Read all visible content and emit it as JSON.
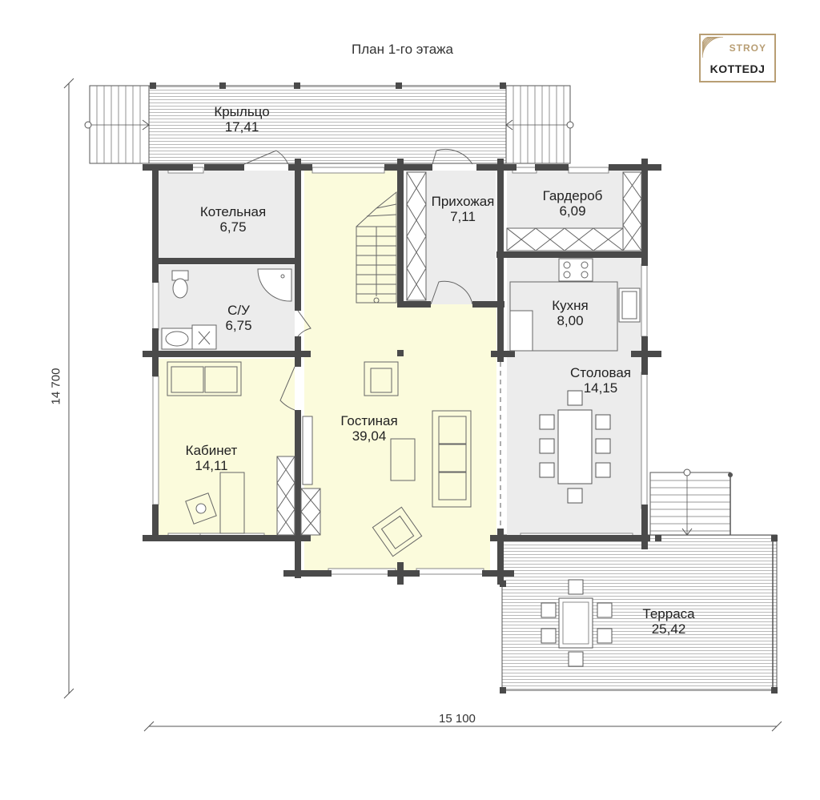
{
  "title": "План 1-го этажа",
  "logo": {
    "line1": "STROY",
    "line2": "KOTTEDJ"
  },
  "rooms": {
    "porch": {
      "name": "Крыльцо",
      "area": "17,41"
    },
    "boiler": {
      "name": "Котельная",
      "area": "6,75"
    },
    "bathroom": {
      "name": "С/У",
      "area": "6,75"
    },
    "hall": {
      "name": "Прихожая",
      "area": "7,11"
    },
    "wardrobe": {
      "name": "Гардероб",
      "area": "6,09"
    },
    "kitchen": {
      "name": "Кухня",
      "area": "8,00"
    },
    "dining": {
      "name": "Столовая",
      "area": "14,15"
    },
    "living": {
      "name": "Гостиная",
      "area": "39,04"
    },
    "study": {
      "name": "Кабинет",
      "area": "14,11"
    },
    "terrace": {
      "name": "Терраса",
      "area": "25,42"
    }
  },
  "dimensions": {
    "width": "15 100",
    "height": "14 700"
  },
  "colors": {
    "living_fill": "#fbfbdc",
    "room_fill": "#ececec",
    "wall": "#4a4a4a",
    "logo_accent": "#b89e74"
  }
}
